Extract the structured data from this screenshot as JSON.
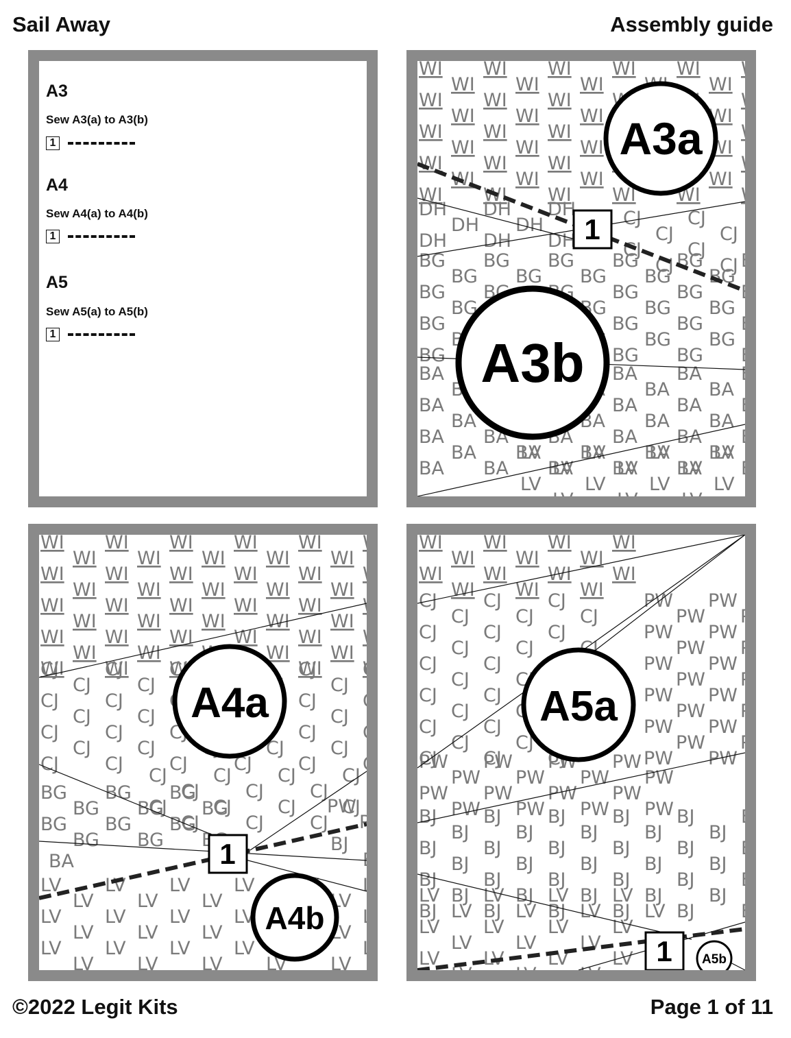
{
  "header": {
    "title": "Sail Away",
    "subtitle": "Assembly guide"
  },
  "footer": {
    "copyright": "©2022 Legit Kits",
    "page": "Page 1 of 11"
  },
  "instructions": [
    {
      "title": "A3",
      "desc": "Sew A3(a) to A3(b)",
      "step": "1"
    },
    {
      "title": "A4",
      "desc": "Sew A4(a) to A4(b)",
      "step": "1"
    },
    {
      "title": "A5",
      "desc": "Sew A5(a) to A5(b)",
      "step": "1"
    }
  ],
  "panels": {
    "a3": {
      "label_a": "A3a",
      "label_b": "A3b",
      "step": "1",
      "fabrics": [
        "WI",
        "DH",
        "CJ",
        "BG",
        "BA",
        "LV"
      ]
    },
    "a4": {
      "label_a": "A4a",
      "label_b": "A4b",
      "step": "1",
      "fabrics": [
        "WI",
        "CJ",
        "BG",
        "BA",
        "PW",
        "BJ",
        "LV"
      ]
    },
    "a5": {
      "label_a": "A5a",
      "label_b": "A5b",
      "step": "1",
      "fabrics": [
        "WI",
        "CJ",
        "PW",
        "BJ",
        "LV"
      ]
    }
  },
  "colors": {
    "frame": "#8a8a8a",
    "fabric_text": "#7a7a7a",
    "ink": "#111111"
  }
}
